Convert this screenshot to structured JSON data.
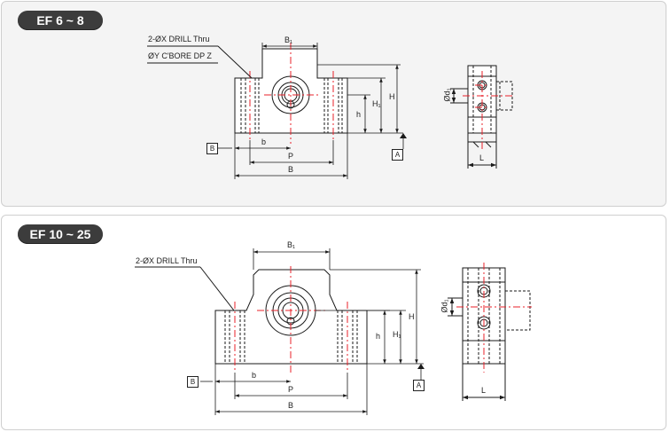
{
  "panels": [
    {
      "title": "EF 6 ~ 8",
      "callout_line1": "2-ØX DRILL Thru",
      "callout_line2": "ØY C'BORE DP Z",
      "dims": {
        "B1": "B₁",
        "H": "H",
        "H1": "H₁",
        "h": "h",
        "b": "b",
        "P": "P",
        "B": "B",
        "L": "L",
        "d1": "Ød₁"
      },
      "datum_a": "A",
      "datum_b": "B"
    },
    {
      "title": "EF 10 ~ 25",
      "callout_line1": "2-ØX DRILL Thru",
      "dims": {
        "B1": "B₁",
        "H": "H",
        "H1": "H₁",
        "h": "h",
        "b": "b",
        "P": "P",
        "B": "B",
        "L": "L",
        "d1": "Ød₁"
      },
      "datum_a": "A",
      "datum_b": "B"
    }
  ],
  "colors": {
    "centerline": "#e8202a",
    "outline": "#1a1a1a",
    "panel_bg": "#f4f4f4",
    "tag_bg": "#3c3c3c"
  }
}
